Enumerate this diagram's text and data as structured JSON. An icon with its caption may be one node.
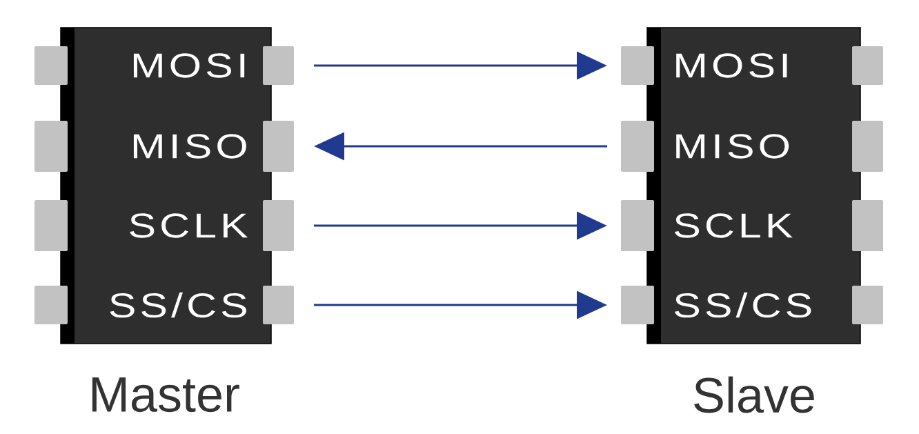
{
  "diagram": {
    "nodes": [
      {
        "text": [
          "Master"
        ]
      },
      {
        "text": [
          "MOSI"
        ],
        "in": 0
      },
      {
        "text": [
          "MISO"
        ],
        "in": 0
      },
      {
        "text": [
          "SCLK"
        ],
        "in": 0
      },
      {
        "text": [
          "SS/CS"
        ],
        "in": 0
      },
      {
        "text": [
          "Slave"
        ]
      },
      {
        "text": [
          "MOSI"
        ],
        "in": 5
      },
      {
        "text": [
          "MISO"
        ],
        "in": 5
      },
      {
        "text": [
          "SCLK"
        ],
        "in": 5
      },
      {
        "text": [
          "SS/CS"
        ],
        "in": 5
      }
    ],
    "edges": [
      {
        "from": 1,
        "to": 6,
        "arrow": "to"
      },
      {
        "from": 7,
        "to": 2,
        "arrow": "to"
      },
      {
        "from": 3,
        "to": 8,
        "arrow": "to"
      },
      {
        "from": 4,
        "to": 9,
        "arrow": "to"
      }
    ]
  }
}
